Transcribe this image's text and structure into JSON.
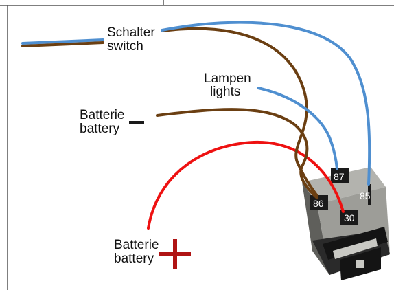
{
  "labels": {
    "switch_de": "Schalter",
    "switch_en": "switch",
    "lights_de": "Lampen",
    "lights_en": "lights",
    "battery_neg_de": "Batterie",
    "battery_neg_en": "battery",
    "battery_pos_de": "Batterie",
    "battery_pos_en": "battery"
  },
  "relay": {
    "pin_86": "86",
    "pin_87": "87",
    "pin_85": "85",
    "pin_30": "30"
  },
  "colors": {
    "wire_blue": "#4f8fd0",
    "wire_brown": "#6b3f12",
    "wire_red": "#ee1111",
    "relay_body": "#9d9d98",
    "relay_dark": "#1a1a1a",
    "plus_sign": "#b01414",
    "frame": "#555555"
  }
}
